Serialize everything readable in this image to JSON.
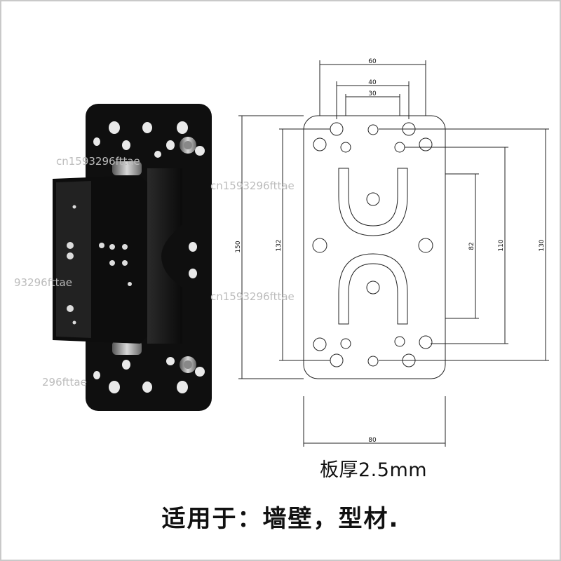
{
  "dimensions": {
    "top_60": "60",
    "top_40": "40",
    "top_30": "30",
    "left_150": "150",
    "left_132": "132",
    "right_82": "82",
    "right_110": "110",
    "right_130": "130",
    "bottom_80": "80"
  },
  "plate_thickness": "板厚2.5mm",
  "usage_text": "适用于：墙壁，型材.",
  "watermarks": [
    "cn1593296fttae",
    "93296fttae",
    "cn1593296fttae",
    "296fttae",
    "cn1593296fttae"
  ],
  "colors": {
    "bracket": "#111111",
    "line": "#222222",
    "text": "#111111"
  }
}
